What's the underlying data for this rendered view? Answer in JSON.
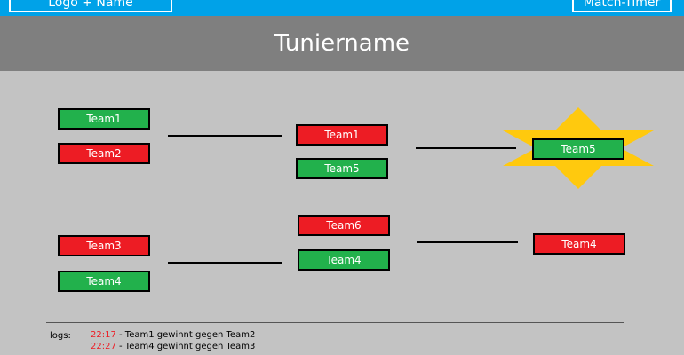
{
  "header": {
    "logo_label": "Logo + Name",
    "timer_label": "Match-Timer",
    "tournament_name": "Tuniername"
  },
  "bracket": {
    "round1": [
      {
        "name": "Team1",
        "result": "winner",
        "color": "#22b14c"
      },
      {
        "name": "Team2",
        "result": "loser",
        "color": "#ed1c24"
      },
      {
        "name": "Team3",
        "result": "loser",
        "color": "#ed1c24"
      },
      {
        "name": "Team4",
        "result": "winner",
        "color": "#22b14c"
      }
    ],
    "round2": [
      {
        "name": "Team1",
        "result": "loser",
        "color": "#ed1c24"
      },
      {
        "name": "Team5",
        "result": "winner",
        "color": "#22b14c"
      },
      {
        "name": "Team6",
        "result": "loser",
        "color": "#ed1c24"
      },
      {
        "name": "Team4",
        "result": "winner",
        "color": "#22b14c"
      }
    ],
    "final": [
      {
        "name": "Team5",
        "result": "winner",
        "color": "#22b14c"
      },
      {
        "name": "Team4",
        "result": "loser",
        "color": "#ed1c24"
      }
    ]
  },
  "logs": {
    "label": "logs:",
    "entries": [
      {
        "time": "22:17",
        "text": " - Team1 gewinnt gegen Team2"
      },
      {
        "time": "22:27",
        "text": " - Team4 gewinnt gegen Team3"
      }
    ]
  },
  "colors": {
    "header_blue": "#00a2e8",
    "title_gray": "#7f7f7f",
    "background": "#c3c3c3",
    "winner_green": "#22b14c",
    "loser_red": "#ed1c24",
    "star_yellow": "#ffc90e"
  }
}
